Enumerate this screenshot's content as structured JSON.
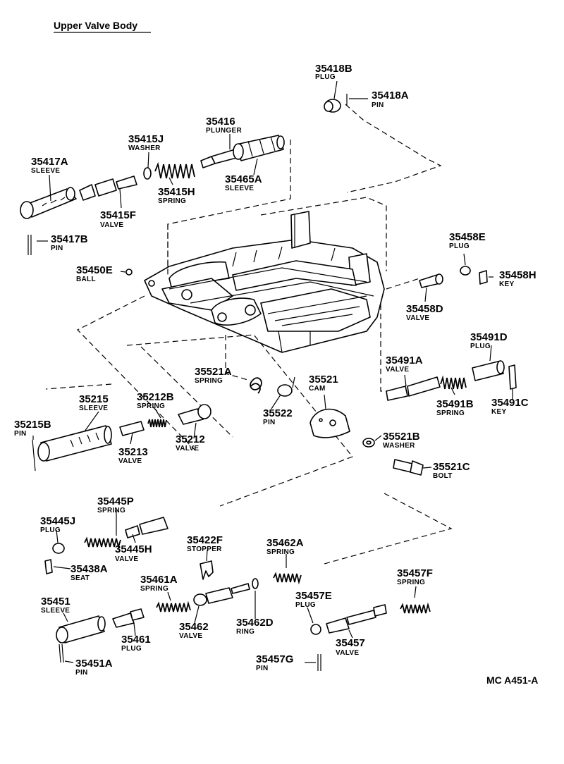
{
  "title": "Upper Valve Body",
  "drawing_code": "MC A451-A",
  "parts": [
    {
      "number": "35418B",
      "name": "PLUG"
    },
    {
      "number": "35418A",
      "name": "PIN"
    },
    {
      "number": "35416",
      "name": "PLUNGER"
    },
    {
      "number": "35415J",
      "name": "WASHER"
    },
    {
      "number": "35417A",
      "name": "SLEEVE"
    },
    {
      "number": "35465A",
      "name": "SLEEVE"
    },
    {
      "number": "35415H",
      "name": "SPRING"
    },
    {
      "number": "35415F",
      "name": "VALVE"
    },
    {
      "number": "35417B",
      "name": "PIN"
    },
    {
      "number": "35458E",
      "name": "PLUG"
    },
    {
      "number": "35450E",
      "name": "BALL"
    },
    {
      "number": "35458H",
      "name": "KEY"
    },
    {
      "number": "35458D",
      "name": "VALVE"
    },
    {
      "number": "35491D",
      "name": "PLUG"
    },
    {
      "number": "35491A",
      "name": "VALVE"
    },
    {
      "number": "35521A",
      "name": "SPRING"
    },
    {
      "number": "35521",
      "name": "CAM"
    },
    {
      "number": "35215",
      "name": "SLEEVE"
    },
    {
      "number": "35212B",
      "name": "SPRING"
    },
    {
      "number": "35491B",
      "name": "SPRING"
    },
    {
      "number": "35491C",
      "name": "KEY"
    },
    {
      "number": "35215B",
      "name": "PIN"
    },
    {
      "number": "35522",
      "name": "PIN"
    },
    {
      "number": "35213",
      "name": "VALVE"
    },
    {
      "number": "35212",
      "name": "VALVE"
    },
    {
      "number": "35521B",
      "name": "WASHER"
    },
    {
      "number": "35521C",
      "name": "BOLT"
    },
    {
      "number": "35445P",
      "name": "SPRING"
    },
    {
      "number": "35445J",
      "name": "PLUG"
    },
    {
      "number": "35422F",
      "name": "STOPPER"
    },
    {
      "number": "35462A",
      "name": "SPRING"
    },
    {
      "number": "35445H",
      "name": "VALVE"
    },
    {
      "number": "35438A",
      "name": "SEAT"
    },
    {
      "number": "35457F",
      "name": "SPRING"
    },
    {
      "number": "35461A",
      "name": "SPRING"
    },
    {
      "number": "35457E",
      "name": "PLUG"
    },
    {
      "number": "35451",
      "name": "SLEEVE"
    },
    {
      "number": "35462",
      "name": "VALVE"
    },
    {
      "number": "35462D",
      "name": "RING"
    },
    {
      "number": "35461",
      "name": "PLUG"
    },
    {
      "number": "35457",
      "name": "VALVE"
    },
    {
      "number": "35451A",
      "name": "PIN"
    },
    {
      "number": "35457G",
      "name": "PIN"
    }
  ]
}
